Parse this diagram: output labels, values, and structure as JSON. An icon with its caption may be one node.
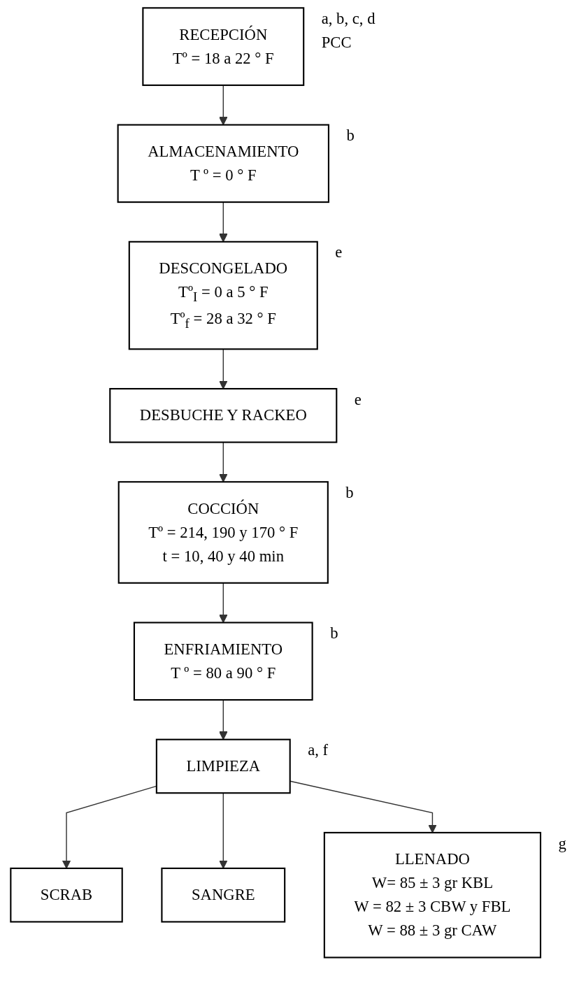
{
  "diagram": {
    "nodes": [
      {
        "text": [
          "RECEPCIÓN",
          "Tº = 18 a 22 ° F"
        ],
        "beside": [
          "a, b, c, d",
          "PCC"
        ]
      },
      {
        "text": [
          "ALMACENAMIENTO",
          "T º = 0 ° F"
        ],
        "beside": [
          "b"
        ]
      },
      {
        "text": [
          "DESCONGELADO",
          "Tº$_{I}$ = 0 a 5 ° F",
          "Tº$_{f}$ = 28 a 32 ° F"
        ],
        "beside": [
          "e"
        ]
      },
      {
        "text": [
          "DESBUCHE Y RACKEO"
        ],
        "beside": [
          "e"
        ]
      },
      {
        "text": [
          "COCCIÓN",
          "Tº = 214, 190 y 170 ° F",
          "t = 10, 40 y 40 min"
        ],
        "beside": [
          "b"
        ]
      },
      {
        "text": [
          "ENFRIAMIENTO",
          "T º = 80 a 90 ° F"
        ],
        "beside": [
          "b"
        ]
      },
      {
        "text": [
          "SCRAB"
        ]
      },
      {
        "text": [
          "LIMPIEZA"
        ],
        "beside": [
          "a, f"
        ]
      },
      {
        "text": [
          "SANGRE"
        ]
      },
      {
        "text": [
          "LLENADO",
          "W= 85 ± 3 gr KBL",
          "W = 82 ± 3 CBW y FBL",
          "W = 88 ± 3 gr CAW"
        ],
        "beside": [
          "g"
        ]
      }
    ],
    "edges": [
      {
        "from": 0,
        "to": 1,
        "arrow": "to"
      },
      {
        "from": 1,
        "to": 2,
        "arrow": "to"
      },
      {
        "from": 2,
        "to": 3,
        "arrow": "to"
      },
      {
        "from": 3,
        "to": 4,
        "arrow": "to"
      },
      {
        "from": 4,
        "to": 5,
        "arrow": "to"
      },
      {
        "from": 5,
        "to": 7,
        "arrow": "to"
      },
      {
        "from": 7,
        "to": 6,
        "arrow": "to"
      },
      {
        "from": 7,
        "to": 8,
        "arrow": "to"
      },
      {
        "from": 7,
        "to": 9,
        "arrow": "to"
      }
    ]
  }
}
